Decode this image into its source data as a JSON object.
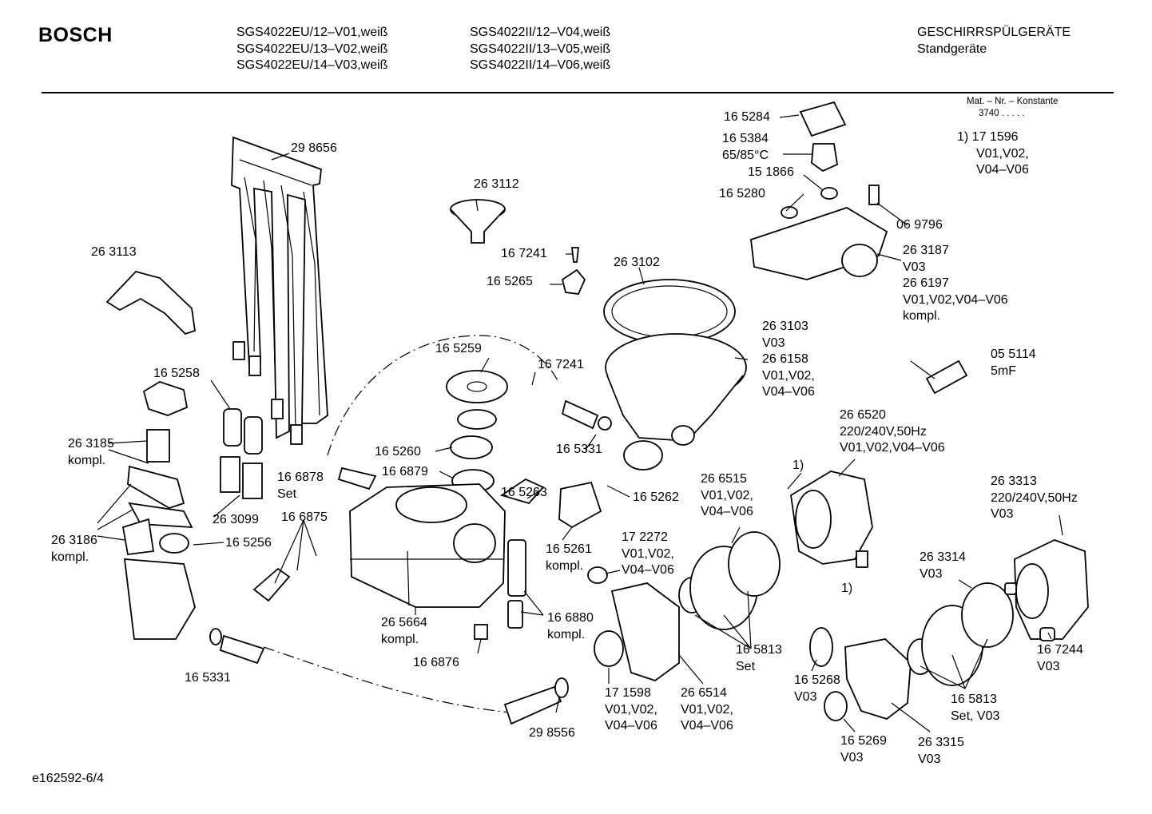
{
  "header": {
    "brand": "BOSCH",
    "models_left": [
      "SGS4022EU/12–V01,weiß",
      "SGS4022EU/13–V02,weiß",
      "SGS4022EU/14–V03,weiß"
    ],
    "models_right": [
      "SGS4022II/12–V04,weiß",
      "SGS4022II/13–V05,weiß",
      "SGS4022II/14–V06,weiß"
    ],
    "category": "GESCHIRRSPÜLGERÄTE",
    "subcategory": "Standgeräte"
  },
  "mat_nr": {
    "label": "Mat. – Nr. – Konstante",
    "value": "3740 . . . . ."
  },
  "note": [
    "1) 17 1596",
    "V01,V02,",
    "V04–V06"
  ],
  "labels": [
    {
      "id": "p-298656",
      "lines": [
        "29 8656"
      ]
    },
    {
      "id": "p-263113",
      "lines": [
        "26 3113"
      ]
    },
    {
      "id": "p-165258",
      "lines": [
        "16 5258"
      ]
    },
    {
      "id": "p-263185",
      "lines": [
        "26 3185",
        "kompl."
      ]
    },
    {
      "id": "p-263186",
      "lines": [
        "26 3186",
        "kompl."
      ]
    },
    {
      "id": "p-263099",
      "lines": [
        "26 3099"
      ]
    },
    {
      "id": "p-165256",
      "lines": [
        "16 5256"
      ]
    },
    {
      "id": "p-165331-a",
      "lines": [
        "16 5331"
      ]
    },
    {
      "id": "p-166878",
      "lines": [
        "16 6878",
        "Set"
      ]
    },
    {
      "id": "p-166875",
      "lines": [
        "16 6875"
      ]
    },
    {
      "id": "p-263112",
      "lines": [
        "26 3112"
      ]
    },
    {
      "id": "p-167241-a",
      "lines": [
        "16 7241"
      ]
    },
    {
      "id": "p-165265",
      "lines": [
        "16 5265"
      ]
    },
    {
      "id": "p-263102",
      "lines": [
        "26 3102"
      ]
    },
    {
      "id": "p-165259",
      "lines": [
        "16 5259"
      ]
    },
    {
      "id": "p-167241-b",
      "lines": [
        "16 7241"
      ]
    },
    {
      "id": "p-165260",
      "lines": [
        "16 5260"
      ]
    },
    {
      "id": "p-166879",
      "lines": [
        "16 6879"
      ]
    },
    {
      "id": "p-165331-b",
      "lines": [
        "16 5331"
      ]
    },
    {
      "id": "p-165263",
      "lines": [
        "16 5263"
      ]
    },
    {
      "id": "p-165262",
      "lines": [
        "16 5262"
      ]
    },
    {
      "id": "p-165261",
      "lines": [
        "16 5261",
        "kompl."
      ]
    },
    {
      "id": "p-265664",
      "lines": [
        "26 5664",
        "kompl."
      ]
    },
    {
      "id": "p-166876",
      "lines": [
        "16 6876"
      ]
    },
    {
      "id": "p-166880",
      "lines": [
        "16 6880",
        "kompl."
      ]
    },
    {
      "id": "p-298556",
      "lines": [
        "29 8556"
      ]
    },
    {
      "id": "p-172272",
      "lines": [
        "17 2272",
        "V01,V02,",
        "V04–V06"
      ]
    },
    {
      "id": "p-171598",
      "lines": [
        "17 1598",
        "V01,V02,",
        "V04–V06"
      ]
    },
    {
      "id": "p-266514",
      "lines": [
        "26 6514",
        "V01,V02,",
        "V04–V06"
      ]
    },
    {
      "id": "p-266515",
      "lines": [
        "26 6515",
        "V01,V02,",
        "V04–V06"
      ]
    },
    {
      "id": "p-165813-a",
      "lines": [
        "16 5813",
        "Set"
      ]
    },
    {
      "id": "p-165284",
      "lines": [
        "16 5284"
      ]
    },
    {
      "id": "p-165384",
      "lines": [
        "16 5384",
        "65/85°C"
      ]
    },
    {
      "id": "p-151866",
      "lines": [
        "15 1866"
      ]
    },
    {
      "id": "p-165280",
      "lines": [
        "16 5280"
      ]
    },
    {
      "id": "p-069796",
      "lines": [
        "06 9796"
      ]
    },
    {
      "id": "p-263187",
      "lines": [
        "26 3187",
        "V03",
        "26 6197",
        "V01,V02,V04–V06",
        "kompl."
      ]
    },
    {
      "id": "p-263103",
      "lines": [
        "26 3103",
        "V03",
        "26 6158",
        "V01,V02,",
        "V04–V06"
      ]
    },
    {
      "id": "p-055114",
      "lines": [
        "05 5114",
        "5mF"
      ]
    },
    {
      "id": "p-266520",
      "lines": [
        "26 6520",
        "220/240V,50Hz",
        "V01,V02,V04–V06"
      ]
    },
    {
      "id": "p-fn1-a",
      "lines": [
        "1)"
      ]
    },
    {
      "id": "p-fn1-b",
      "lines": [
        "1)"
      ]
    },
    {
      "id": "p-263313",
      "lines": [
        "26 3313",
        "220/240V,50Hz",
        "V03"
      ]
    },
    {
      "id": "p-263314",
      "lines": [
        "26 3314",
        "V03"
      ]
    },
    {
      "id": "p-167244",
      "lines": [
        "16 7244",
        "V03"
      ]
    },
    {
      "id": "p-165268",
      "lines": [
        "16 5268",
        "V03"
      ]
    },
    {
      "id": "p-165813-b",
      "lines": [
        "16 5813",
        "Set, V03"
      ]
    },
    {
      "id": "p-165269",
      "lines": [
        "16 5269",
        "V03"
      ]
    },
    {
      "id": "p-263315",
      "lines": [
        "26 3315",
        "V03"
      ]
    }
  ],
  "footer": "e162592-6/4"
}
